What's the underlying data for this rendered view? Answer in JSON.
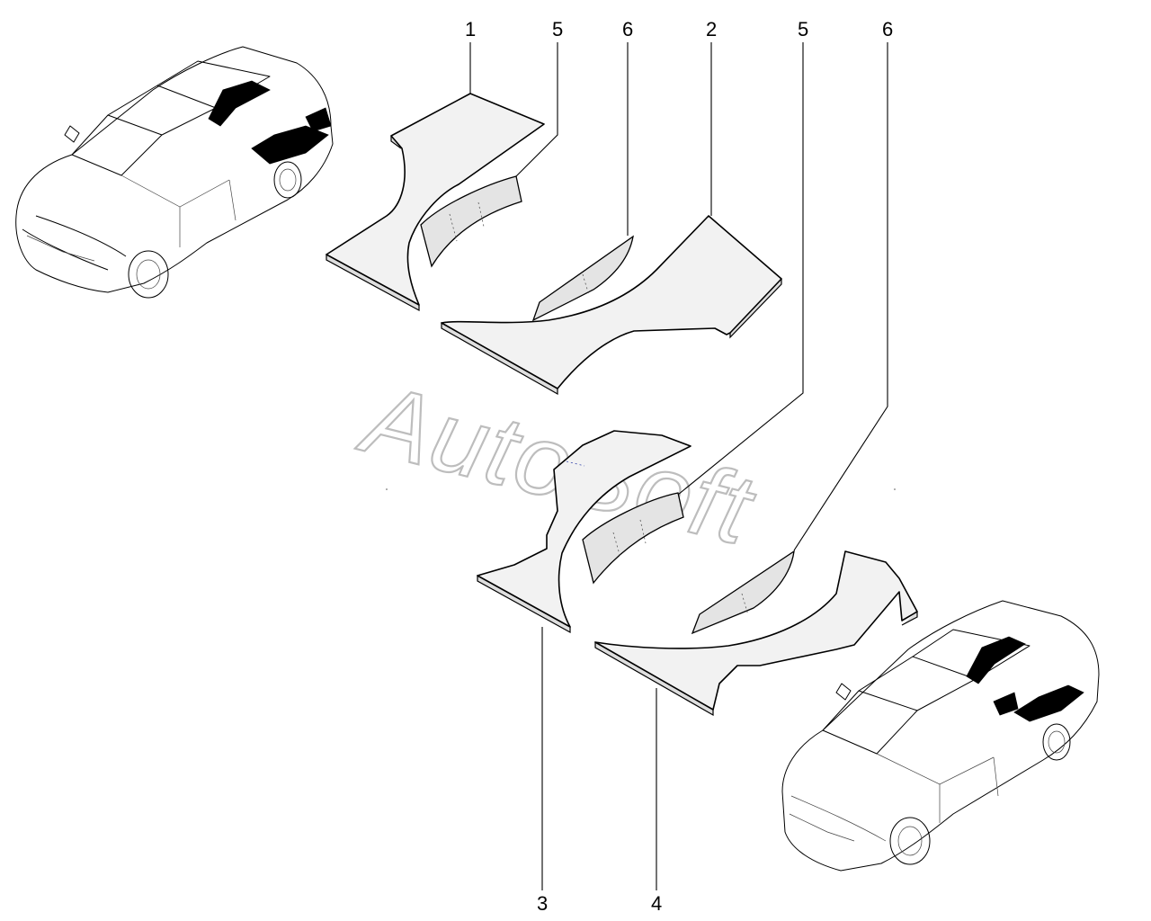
{
  "diagram": {
    "callouts": {
      "c1": "1",
      "c5_top": "5",
      "c6_top": "6",
      "c2": "2",
      "c5_right": "5",
      "c6_right": "6",
      "c3": "3",
      "c4": "4"
    },
    "watermark": "AutoSoft"
  }
}
